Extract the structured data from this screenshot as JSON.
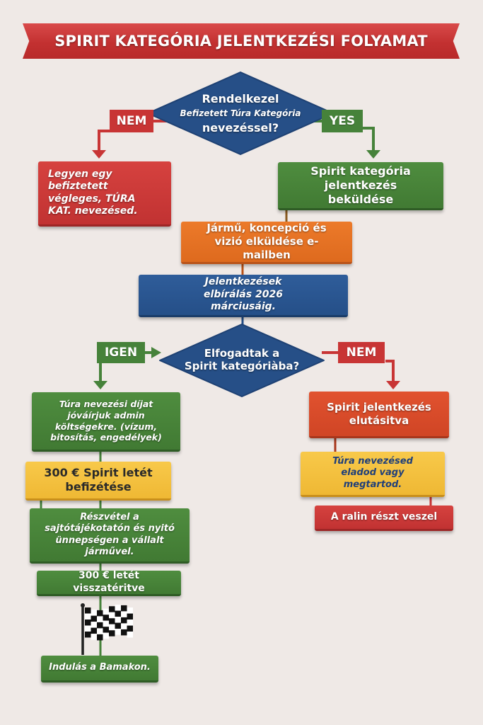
{
  "title": "SPIRIT KATEGÓRIA JELENTKEZÉSI FOLYAMAT",
  "colors": {
    "background": "#efe9e6",
    "red": "#c83535",
    "green": "#46823a",
    "blue": "#264f87",
    "orange": "#e6721f",
    "yellow": "#f4c03e"
  },
  "decision1": {
    "line1": "Rendelkezel",
    "line2": "Befizetett Túra Kategória",
    "line3": "nevezéssel?",
    "no_label": "NEM",
    "yes_label": "YES"
  },
  "no_branch1": {
    "text": "Legyen egy befiztetett végleges, TÚRA KAT. nevezésed."
  },
  "steps": {
    "submit": "Spirit kategória jelentkezés beküldése",
    "email": "Jármű, koncepció és vizió elküldése e-mailben",
    "review": "Jelentkezések elbírálás 2026 márciusáig."
  },
  "decision2": {
    "line1": "Elfogadtak a",
    "line2": "Spirit kategóriàba?",
    "yes_label": "IGEN",
    "no_label": "NEM"
  },
  "accepted_branch": {
    "fee_credit": "Túra nevezési díjat jóváírjuk admin költségekre. (vízum, bitosítás, engedélyek)",
    "deposit": "300 € Spirit letét befizétése",
    "participation": "Részvétel a sajtótájékotatón és nyitó ünnepségen a vállalt járművel.",
    "refund": "300 € letét visszatéritve",
    "start": "Indulás a Bamakon."
  },
  "rejected_branch": {
    "rejected": "Spirit jelentkezés elutásitva",
    "option": "Túra nevezésed eladod vagy megtartod.",
    "rally": "A ralin részt veszel"
  },
  "icons": {
    "finish_flag": "checkered-flag-icon"
  }
}
